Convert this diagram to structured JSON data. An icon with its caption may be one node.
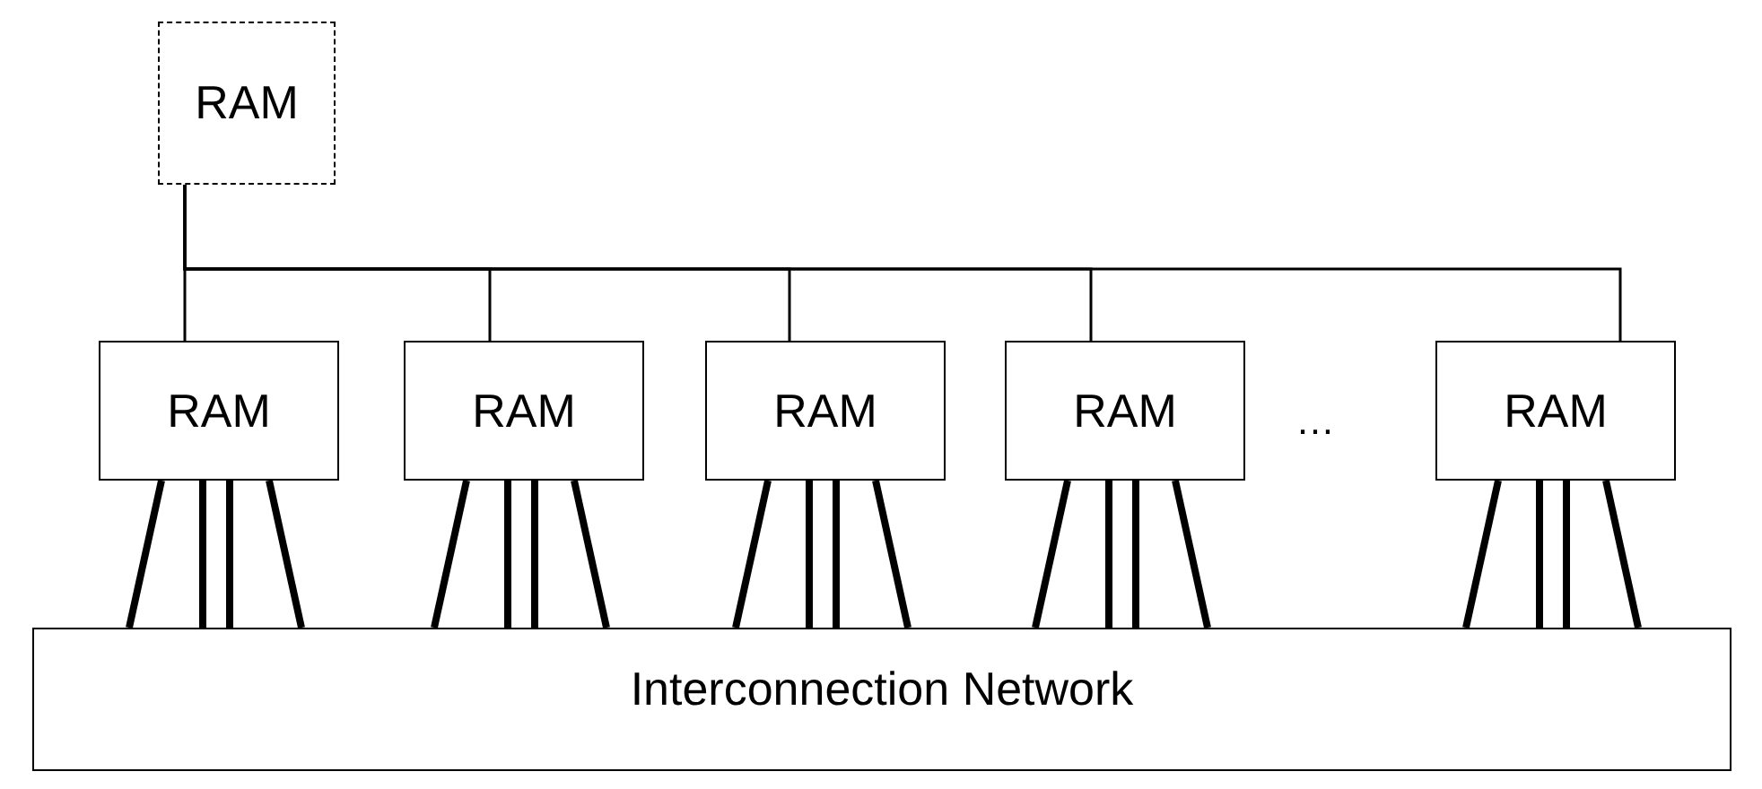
{
  "diagram": {
    "nodes": [
      {
        "text": [
          "RAM"
        ]
      },
      {
        "text": [
          "RAM"
        ]
      },
      {
        "text": [
          "RAM"
        ]
      },
      {
        "text": [
          "RAM"
        ]
      },
      {
        "text": [
          "RAM"
        ]
      },
      {
        "text": [
          "RAM"
        ]
      },
      {
        "text": [
          "Interconnection Network"
        ]
      }
    ],
    "edges": [
      {
        "from": 0,
        "to": 1,
        "arrow": "none"
      },
      {
        "from": 0,
        "to": 2,
        "arrow": "none"
      },
      {
        "from": 0,
        "to": 3,
        "arrow": "none"
      },
      {
        "from": 0,
        "to": 4,
        "arrow": "none"
      },
      {
        "from": 0,
        "to": 5,
        "arrow": "none"
      },
      {
        "from": 1,
        "to": 6,
        "arrow": "none"
      },
      {
        "from": 1,
        "to": 6,
        "arrow": "none"
      },
      {
        "from": 1,
        "to": 6,
        "arrow": "none"
      },
      {
        "from": 1,
        "to": 6,
        "arrow": "none"
      },
      {
        "from": 2,
        "to": 6,
        "arrow": "none"
      },
      {
        "from": 2,
        "to": 6,
        "arrow": "none"
      },
      {
        "from": 2,
        "to": 6,
        "arrow": "none"
      },
      {
        "from": 2,
        "to": 6,
        "arrow": "none"
      },
      {
        "from": 3,
        "to": 6,
        "arrow": "none"
      },
      {
        "from": 3,
        "to": 6,
        "arrow": "none"
      },
      {
        "from": 3,
        "to": 6,
        "arrow": "none"
      },
      {
        "from": 3,
        "to": 6,
        "arrow": "none"
      },
      {
        "from": 4,
        "to": 6,
        "arrow": "none"
      },
      {
        "from": 4,
        "to": 6,
        "arrow": "none"
      },
      {
        "from": 4,
        "to": 6,
        "arrow": "none"
      },
      {
        "from": 4,
        "to": 6,
        "arrow": "none"
      },
      {
        "from": 5,
        "to": 6,
        "arrow": "none"
      },
      {
        "from": 5,
        "to": 6,
        "arrow": "none"
      },
      {
        "from": 5,
        "to": 6,
        "arrow": "none"
      },
      {
        "from": 5,
        "to": 6,
        "arrow": "none"
      }
    ],
    "labels": [
      "…"
    ]
  }
}
